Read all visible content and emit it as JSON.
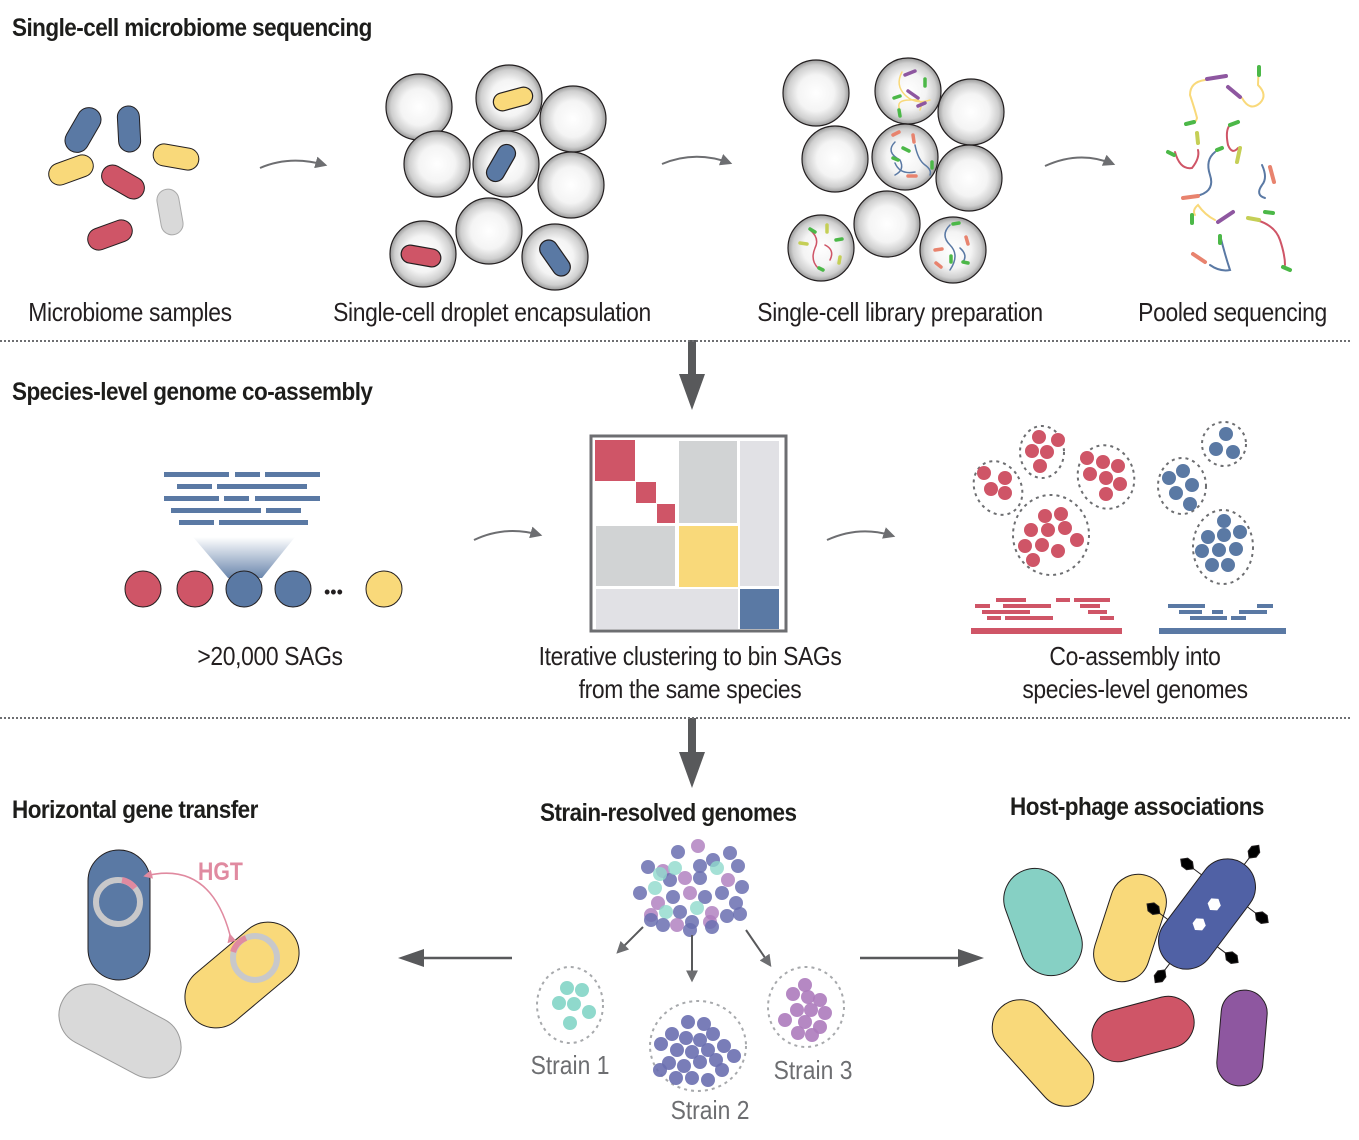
{
  "sections": {
    "sequencing": {
      "title": "Single-cell microbiome sequencing",
      "steps": [
        {
          "label": "Microbiome samples"
        },
        {
          "label": "Single-cell droplet encapsulation"
        },
        {
          "label": "Single-cell library preparation"
        },
        {
          "label": "Pooled sequencing"
        }
      ]
    },
    "coassembly": {
      "title": "Species-level genome co-assembly",
      "steps": [
        {
          "label": ">20,000 SAGs"
        },
        {
          "label_line1": "Iterative clustering to bin SAGs",
          "label_line2": "from the same species"
        },
        {
          "label_line1": "Co-assembly into",
          "label_line2": "species-level genomes"
        }
      ],
      "ellipsis": "•••"
    },
    "hgt": {
      "title": "Horizontal gene transfer",
      "arrow_label": "HGT"
    },
    "strains": {
      "title": "Strain-resolved genomes",
      "strain_labels": [
        "Strain 1",
        "Strain 2",
        "Strain 3"
      ]
    },
    "phage": {
      "title": "Host-phage associations"
    }
  },
  "colors": {
    "red": "#cf5567",
    "blue": "#5a79a4",
    "yellow": "#f9d97a",
    "gray": "#d9d9d9",
    "teal": "#86d0c4",
    "purple": "#8e57a0",
    "phage_blue": "#5061a5",
    "strain_blue": "#6a6fb0",
    "strain_purple": "#ad7bbd",
    "strain_teal": "#8fd9cc",
    "arrow": "#58595b",
    "hgt_pink": "#e08aa0"
  }
}
